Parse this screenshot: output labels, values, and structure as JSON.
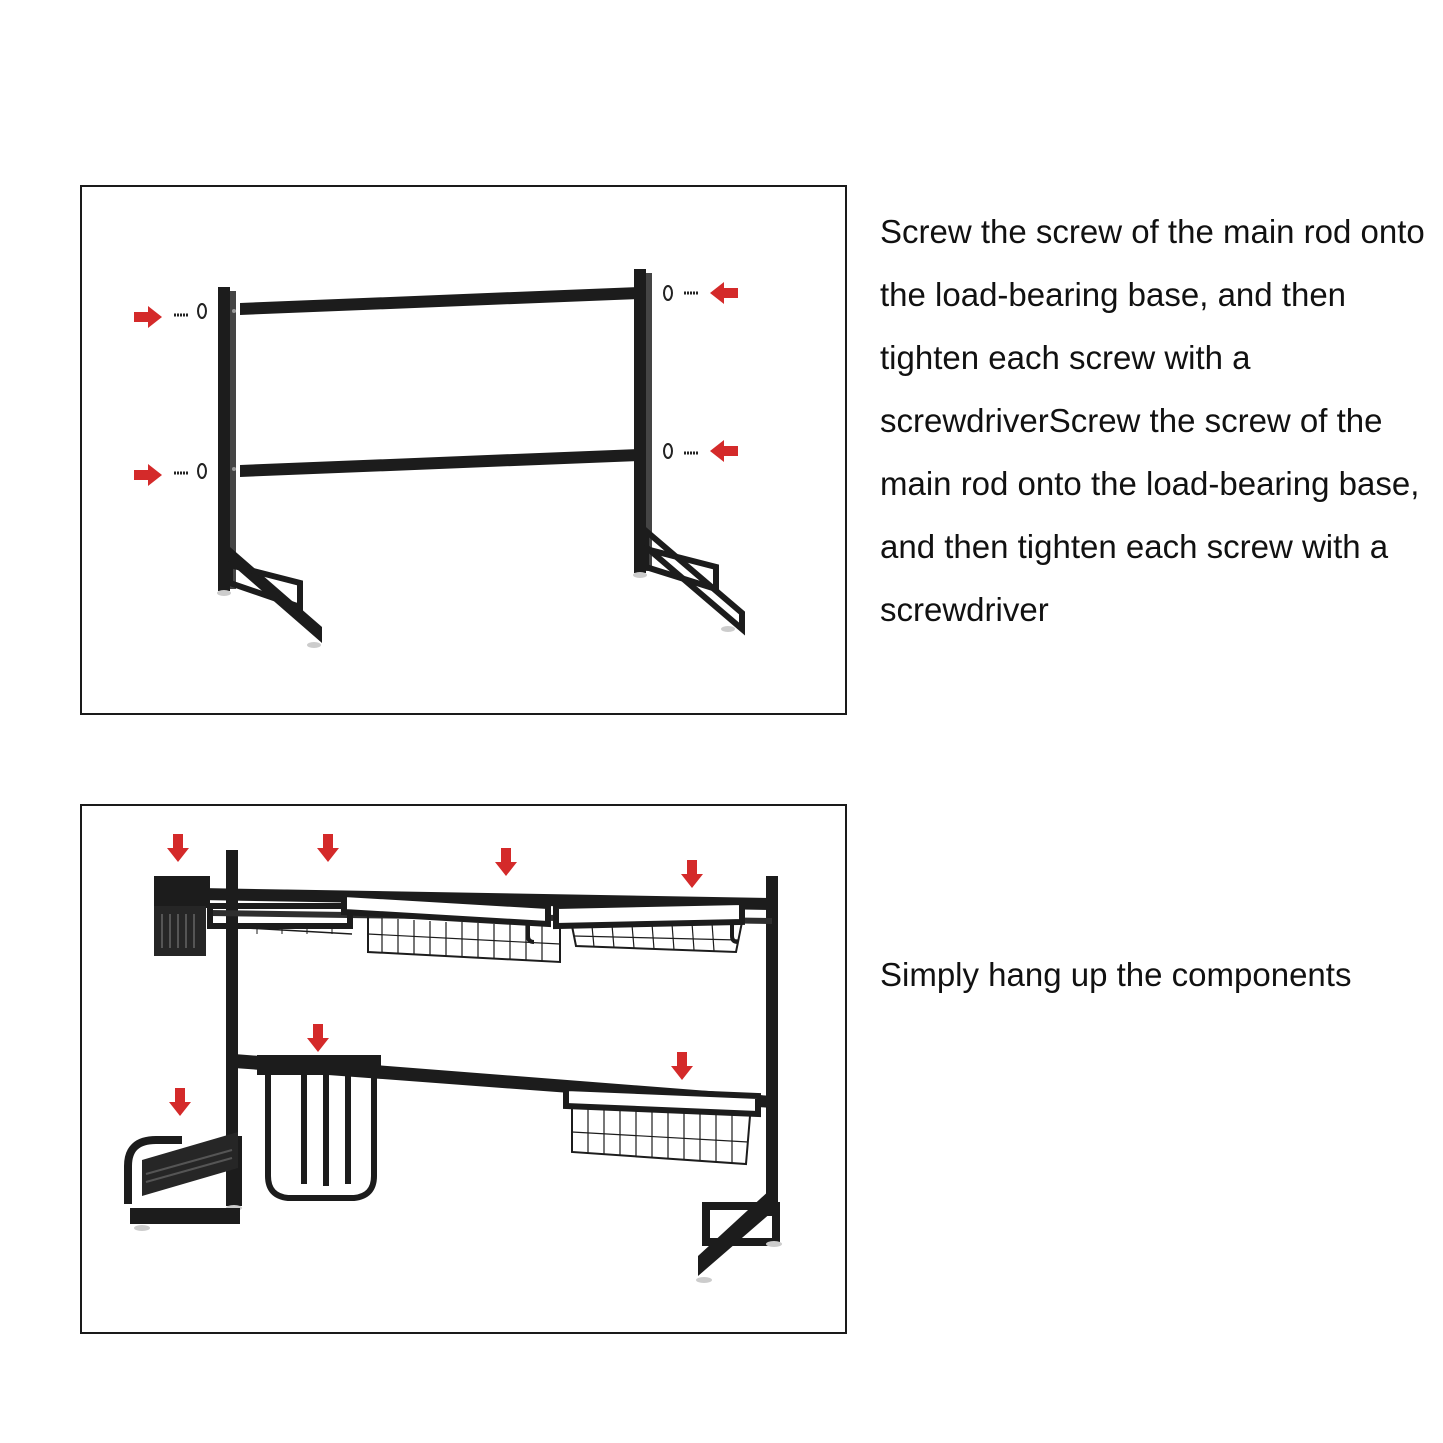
{
  "steps": [
    {
      "illustration": "frame-assembly",
      "caption": "Screw the screw of the main rod onto the load-bearing base, and then tighten each screw with a screwdriverScrew the screw of the main rod onto the load-bearing base, and then tighten each screw with a screwdriver"
    },
    {
      "illustration": "components-hanging",
      "caption": "Simply hang up the components"
    }
  ],
  "colors": {
    "frame": "#1c1c1c",
    "arrow": "#d42a2a",
    "border": "#1a1a1a",
    "text": "#111111"
  }
}
